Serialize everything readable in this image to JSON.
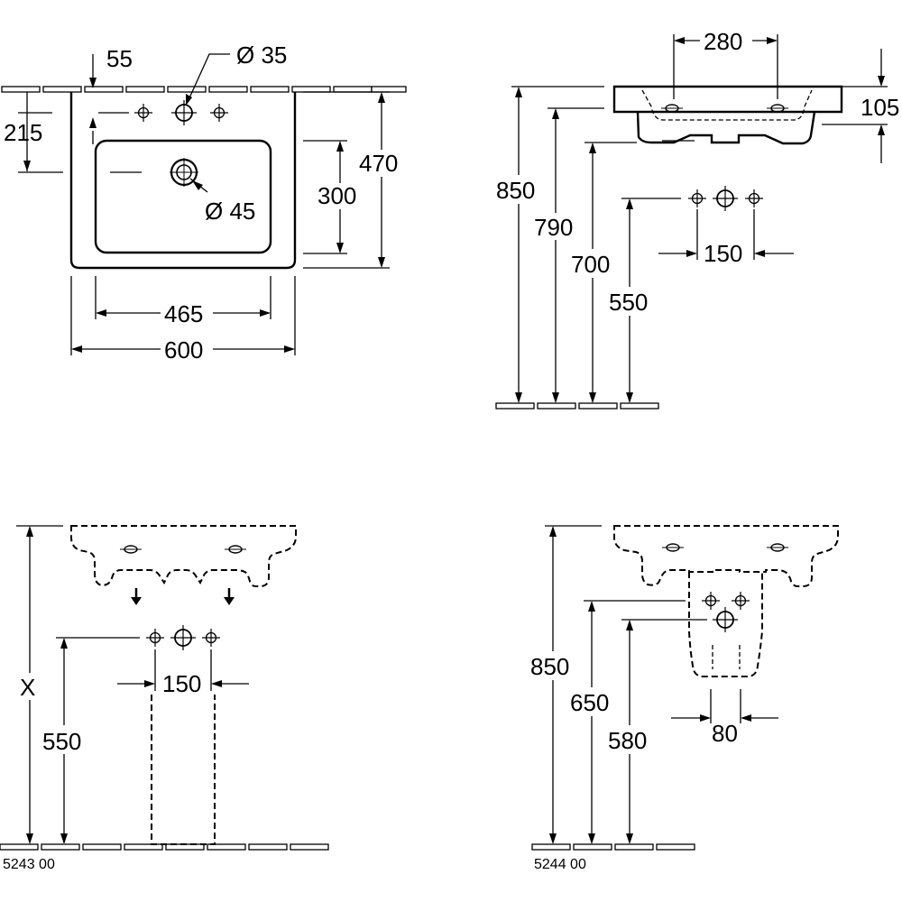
{
  "views": {
    "top": {
      "dim_left_offset": "55",
      "tap_hole": "Ø 35",
      "overflow_height": "215",
      "waste_hole": "Ø 45",
      "depth": "470",
      "bowl_depth": "300",
      "bowl_width": "465",
      "width": "600"
    },
    "side": {
      "hole_spacing": "280",
      "thickness": "105",
      "rim_height": "850",
      "underside_height": "790",
      "siphon_height": "700",
      "supply_height": "550",
      "supply_spacing": "150"
    },
    "pedestal": {
      "height_variable": "X",
      "supply_height": "550",
      "supply_spacing": "150",
      "code": "5243 00"
    },
    "semi_pedestal": {
      "rim_height": "850",
      "pedestal_top": "650",
      "waste_height": "580",
      "supply_spacing": "80",
      "code": "5244 00"
    }
  }
}
